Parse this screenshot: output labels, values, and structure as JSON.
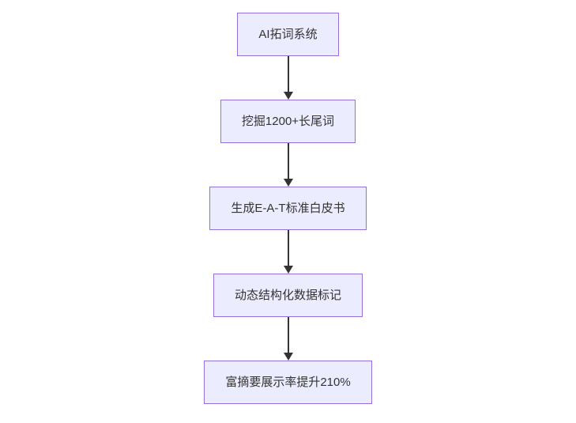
{
  "diagram": {
    "type": "flowchart-top-down",
    "node_fill_color": "#ececff",
    "node_border_color": "#9370db",
    "edge_color": "#333333",
    "nodes": [
      {
        "id": "A",
        "label": "AI拓词系统"
      },
      {
        "id": "B",
        "label": "挖掘1200+长尾词"
      },
      {
        "id": "C",
        "label": "生成E-A-T标准白皮书"
      },
      {
        "id": "D",
        "label": "动态结构化数据标记"
      },
      {
        "id": "E",
        "label": "富摘要展示率提升210%"
      }
    ],
    "edges": [
      {
        "from": "A",
        "to": "B"
      },
      {
        "from": "B",
        "to": "C"
      },
      {
        "from": "C",
        "to": "D"
      },
      {
        "from": "D",
        "to": "E"
      }
    ]
  }
}
